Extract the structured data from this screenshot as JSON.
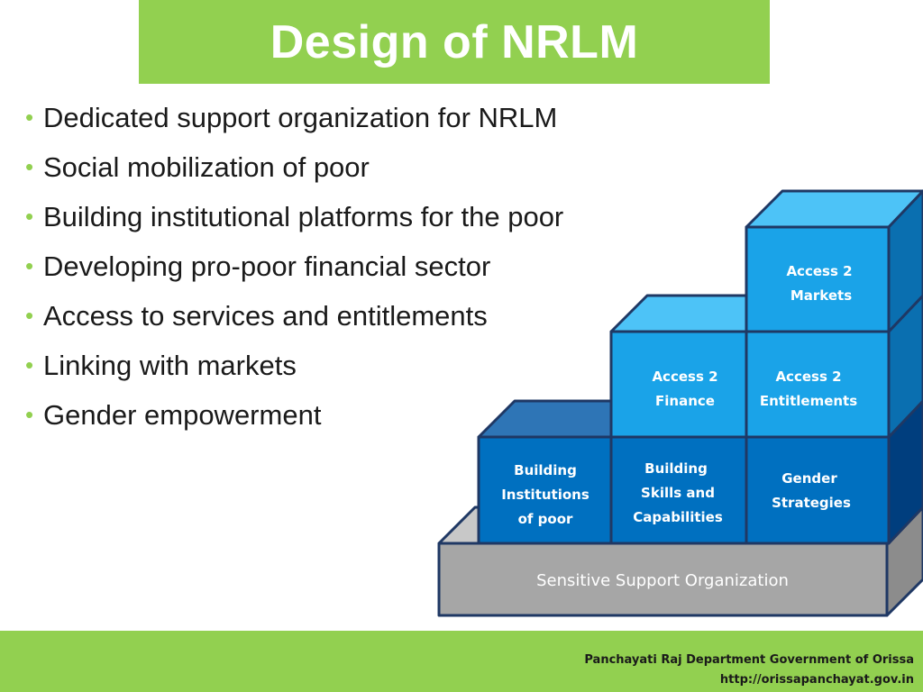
{
  "slide": {
    "title": "Design of NRLM",
    "bullets": [
      "Dedicated support organization for NRLM",
      "Social mobilization of poor",
      "Building institutional platforms for the poor",
      "Developing pro-poor financial sector",
      "Access to services and entitlements",
      "Linking with markets",
      "Gender empowerment"
    ]
  },
  "diagram": {
    "base": "Sensitive Support Organization",
    "row1": [
      [
        "Building",
        "Institutions",
        "of poor"
      ],
      [
        "Building",
        "Skills and",
        "Capabilities"
      ],
      [
        "Gender",
        "Strategies"
      ]
    ],
    "row2": [
      [
        "Access  2",
        "Finance"
      ],
      [
        "Access 2",
        "Entitlements"
      ]
    ],
    "row3": [
      [
        "Access 2",
        "Markets"
      ]
    ]
  },
  "footer": {
    "line1": "Panchayati Raj Department  Government of Orissa",
    "line2": "http://orissapanchayat.gov.in"
  },
  "colors": {
    "accent_green": "#92d050",
    "base_grey": "#a6a6a6",
    "row1_blue": "#0070c0",
    "row2_blue": "#1aa3e8",
    "edge_navy": "#1f3864"
  }
}
